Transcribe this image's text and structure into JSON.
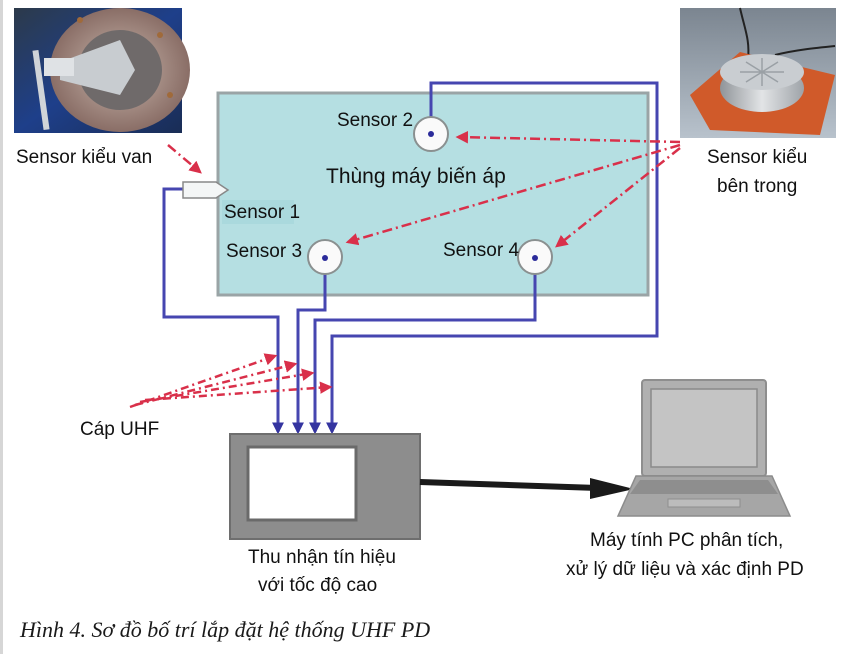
{
  "figure": {
    "caption": "Hình 4. Sơ đồ bố trí lắp đặt hệ thống UHF PD",
    "colors": {
      "tank_fill": "#b5dfe2",
      "tank_border": "#9aa4a6",
      "wire": "#4646b0",
      "signal": "#d9304a",
      "device_gray": "#8d8d8d",
      "laptop_gray": "#a9a9a9"
    }
  },
  "photos": {
    "valve": {
      "label": "Sensor kiểu van",
      "icon": "valve-sensor-photo"
    },
    "internal": {
      "label_line1": "Sensor kiểu",
      "label_line2": "bên trong",
      "icon": "internal-sensor-photo"
    }
  },
  "tank": {
    "label": "Thùng máy biến áp",
    "sensors": [
      {
        "id": "1",
        "label": "Sensor 1"
      },
      {
        "id": "2",
        "label": "Sensor 2"
      },
      {
        "id": "3",
        "label": "Sensor 3"
      },
      {
        "id": "4",
        "label": "Sensor 4"
      }
    ]
  },
  "cable": {
    "label": "Cáp UHF"
  },
  "acquisition": {
    "label_line1": "Thu nhận tín hiệu",
    "label_line2": "với tốc độ cao"
  },
  "pc": {
    "label_line1": "Máy tính PC phân tích,",
    "label_line2": "xử lý dữ liệu và xác định PD"
  }
}
